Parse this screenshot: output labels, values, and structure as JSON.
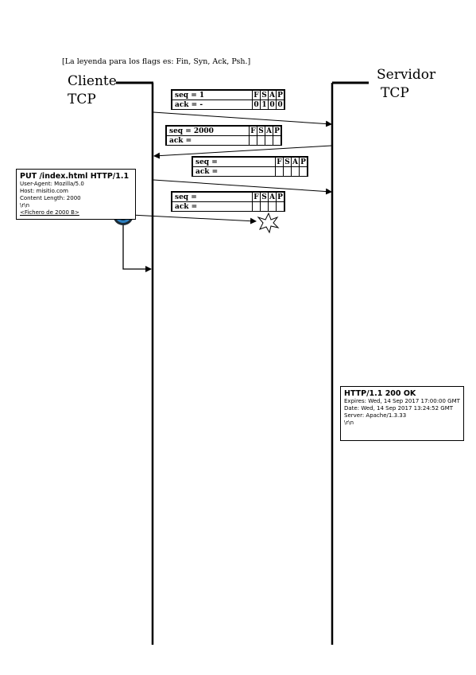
{
  "legend": "[La leyenda para los flags es: Fin, Syn, Ack, Psh.]",
  "client": {
    "label_line1": "Cliente",
    "label_line2": "TCP"
  },
  "server": {
    "label_line1": "Servidor",
    "label_line2": "TCP"
  },
  "segments": [
    {
      "seq": "seq = 1",
      "ack": "ack = -",
      "flag_headers": [
        "F",
        "S",
        "A",
        "P"
      ],
      "flag_values": [
        "0",
        "1",
        "0",
        "0"
      ]
    },
    {
      "seq": "seq = 2000",
      "ack": "ack =",
      "flag_headers": [
        "F",
        "S",
        "A",
        "P"
      ],
      "flag_values": [
        "",
        "",
        "",
        ""
      ]
    },
    {
      "seq": "seq =",
      "ack": "ack =",
      "flag_headers": [
        "F",
        "S",
        "A",
        "P"
      ],
      "flag_values": [
        "",
        "",
        "",
        ""
      ]
    },
    {
      "seq": "seq =",
      "ack": "ack =",
      "flag_headers": [
        "F",
        "S",
        "A",
        "P"
      ],
      "flag_values": [
        "",
        "",
        "",
        ""
      ]
    }
  ],
  "request": {
    "head": "PUT /index.html HTTP/1.1",
    "lines": [
      "User-Agent: Mozilla/5.0",
      "Host: misitio.com",
      "Content Length: 2000",
      "\\r\\n"
    ],
    "body": "<Fichero de 2000 B>"
  },
  "response": {
    "head": "HTTP/1.1 200 OK",
    "lines": [
      "Expires: Wed, 14 Sep 2017 17:00:00 GMT",
      "Date: Wed, 14 Sep 2017 13:24:52 GMT",
      "Server: Apache/1.3.33",
      "\\r\\n"
    ]
  },
  "icons": {
    "timer": "stopwatch-icon",
    "lost": "explosion-star-icon"
  }
}
